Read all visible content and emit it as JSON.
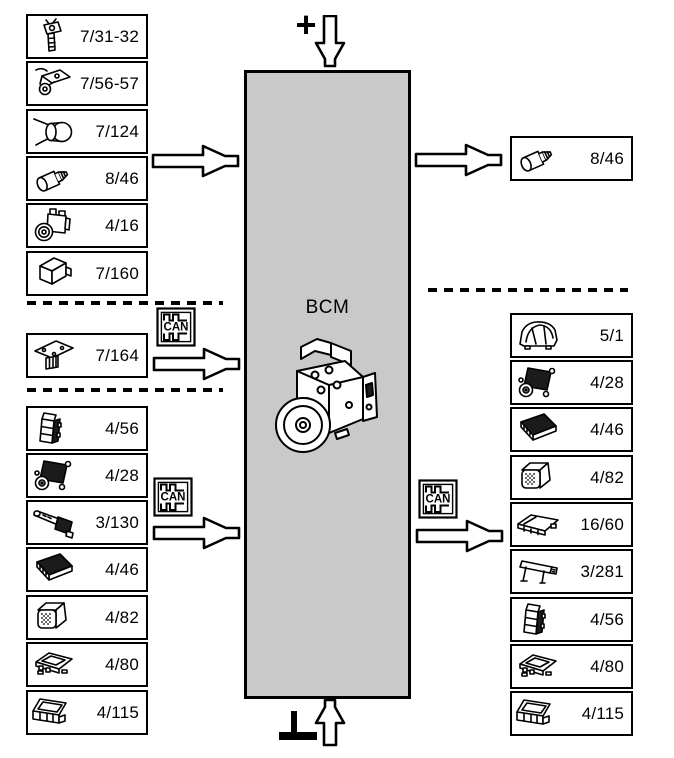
{
  "diagram_title": "BCM",
  "power_symbol": "+",
  "ground_symbol": "⊥",
  "can_label": "CAN",
  "center_module": {
    "label": "BCM",
    "illustration": "abs-hydraulic-unit",
    "fill": "#c9c9c9"
  },
  "left_inputs_top": [
    {
      "id": "7/31-32",
      "icon": "crash-sensor-icon"
    },
    {
      "id": "7/56-57",
      "icon": "impact-sensor-icon"
    },
    {
      "id": "7/124",
      "icon": "round-sensor-icon"
    },
    {
      "id": "8/46",
      "icon": "bulb-icon"
    },
    {
      "id": "4/16",
      "icon": "pump-unit-icon"
    },
    {
      "id": "7/160",
      "icon": "connector-icon"
    }
  ],
  "left_inputs_mid": [
    {
      "id": "7/164",
      "icon": "flat-module-icon"
    }
  ],
  "left_inputs_bottom": [
    {
      "id": "4/56",
      "icon": "relay-stack-icon"
    },
    {
      "id": "4/28",
      "icon": "actuator-icon"
    },
    {
      "id": "3/130",
      "icon": "stalk-switch-icon"
    },
    {
      "id": "4/46",
      "icon": "ecu-hatch-icon"
    },
    {
      "id": "4/82",
      "icon": "ecu-grid-icon"
    },
    {
      "id": "4/80",
      "icon": "flat-ecu-icon"
    },
    {
      "id": "4/115",
      "icon": "box-module-icon"
    }
  ],
  "right_outputs_top": [
    {
      "id": "8/46",
      "icon": "bulb-icon"
    }
  ],
  "right_outputs_bottom": [
    {
      "id": "5/1",
      "icon": "instrument-cluster-icon"
    },
    {
      "id": "4/28",
      "icon": "actuator-icon"
    },
    {
      "id": "4/46",
      "icon": "ecu-hatch-icon"
    },
    {
      "id": "4/82",
      "icon": "ecu-grid-icon"
    },
    {
      "id": "16/60",
      "icon": "flat-wide-module-icon"
    },
    {
      "id": "3/281",
      "icon": "display-panel-icon"
    },
    {
      "id": "4/56",
      "icon": "relay-stack-icon"
    },
    {
      "id": "4/80",
      "icon": "flat-ecu-icon"
    },
    {
      "id": "4/115",
      "icon": "box-module-icon"
    }
  ],
  "colors": {
    "module_fill": "#c9c9c9",
    "line": "#000000",
    "background": "#ffffff"
  }
}
